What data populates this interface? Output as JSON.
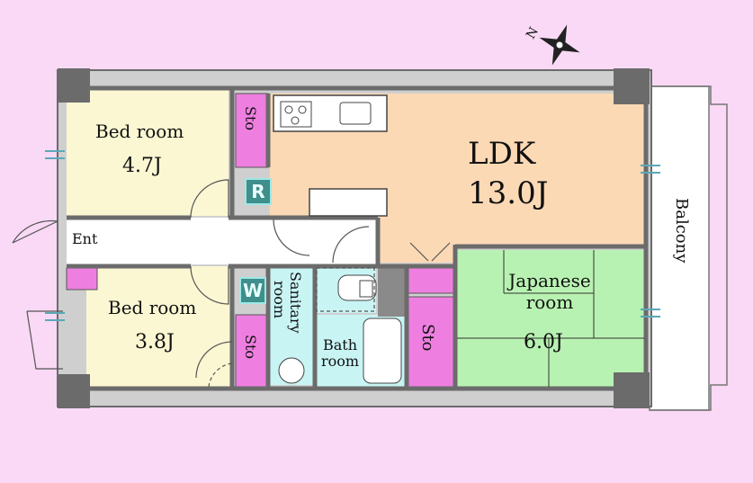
{
  "rooms": {
    "bed1": {
      "name": "Bed room",
      "size": "4.7J"
    },
    "bed2": {
      "name": "Bed room",
      "size": "3.8J"
    },
    "ldk": {
      "name": "LDK",
      "size": "13.0J"
    },
    "japanese": {
      "name_line1": "Japanese",
      "name_line2": "room",
      "size": "6.0J"
    },
    "sanitary": {
      "name_line1": "Sanitary",
      "name_line2": "room"
    },
    "bath": {
      "name_line1": "Bath",
      "name_line2": "room"
    },
    "entrance": {
      "name": "Ent"
    },
    "balcony": {
      "name": "Balcony"
    }
  },
  "storage_label": "Sto",
  "badges": {
    "refrigerator": "R",
    "washer": "W"
  },
  "compass": {
    "label": "N"
  },
  "colors": {
    "background": "#f9d9f5",
    "bedroom": "#fbf7d3",
    "ldk": "#fcd9b5",
    "japanese": "#b8f2b2",
    "wet_area": "#c9f4f4",
    "storage": "#ee7fe0",
    "corridor": "#ffffff",
    "wall": "#6b6b6b"
  }
}
